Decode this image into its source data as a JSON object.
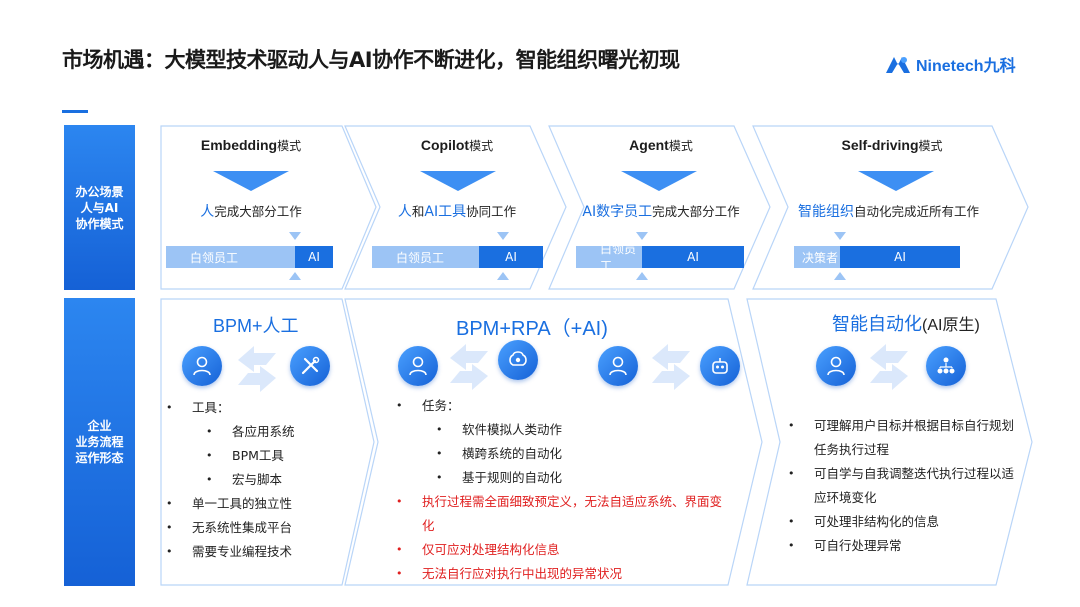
{
  "header": {
    "title": "市场机遇：大模型技术驱动人与AI协作不断进化，智能组织曙光初现",
    "logo_text": "Ninetech九科"
  },
  "row_labels": {
    "office": "办公场景\n人与AI\n协作模式",
    "process": "企业\n业务流程\n运作形态"
  },
  "modes": [
    {
      "name": "Embedding",
      "suffix": "模式",
      "desc_hl": "人",
      "desc_rest": "完成大部分工作",
      "bar_left": "白领员工",
      "bar_right": "AI"
    },
    {
      "name": "Copilot",
      "suffix": "模式",
      "desc_hl1": "人",
      "desc_mid": "和",
      "desc_hl2": "AI工具",
      "desc_rest": "协同工作",
      "bar_left": "白领员工",
      "bar_right": "AI"
    },
    {
      "name": "Agent",
      "suffix": "模式",
      "desc_hl": "AI数字员工",
      "desc_rest": "完成大部分工作",
      "bar_left": "白领员工",
      "bar_right": "AI"
    },
    {
      "name": "Self-driving",
      "suffix": "模式",
      "desc_hl": "智能组织",
      "desc_rest": "自动化完成近所有工作",
      "bar_left": "决策者",
      "bar_right": "AI"
    }
  ],
  "panels": {
    "bpm_manual": {
      "title": "BPM+人工",
      "items": [
        {
          "text": "工具：",
          "level": 0
        },
        {
          "text": "各应用系统",
          "level": 1
        },
        {
          "text": "BPM工具",
          "level": 1
        },
        {
          "text": "宏与脚本",
          "level": 1
        },
        {
          "text": "单一工具的独立性",
          "level": 0
        },
        {
          "text": "无系统性集成平台",
          "level": 0
        },
        {
          "text": "需要专业编程技术",
          "level": 0
        }
      ]
    },
    "bpm_rpa": {
      "title": "BPM+RPA（+AI)",
      "items": [
        {
          "text": "任务：",
          "level": 0
        },
        {
          "text": "软件模拟人类动作",
          "level": 1
        },
        {
          "text": "横跨系统的自动化",
          "level": 1
        },
        {
          "text": "基于规则的自动化",
          "level": 1
        },
        {
          "text": "执行过程需全面细致预定义，无法自适应系统、界面变化",
          "level": 0,
          "red": true
        },
        {
          "text": "仅可应对处理结构化信息",
          "level": 0,
          "red": true
        },
        {
          "text": "无法自行应对执行中出现的异常状况",
          "level": 0,
          "red": true
        }
      ]
    },
    "intelligent": {
      "title": "智能自动化",
      "title_suffix": "(AI原生)",
      "items": [
        {
          "text": "可理解用户目标并根据目标自行规划任务执行过程",
          "level": 0
        },
        {
          "text": "可自学与自我调整迭代执行过程以适应环境变化",
          "level": 0
        },
        {
          "text": "可处理非结构化的信息",
          "level": 0
        },
        {
          "text": "可自行处理异常",
          "level": 0
        }
      ]
    }
  },
  "icons": {
    "person": "person-icon",
    "tools": "tools-icon",
    "brain": "brain-icon",
    "robot": "robot-icon",
    "org": "org-chart-icon",
    "swap": "swap-arrows-icon"
  },
  "colors": {
    "accent": "#1a6fe0",
    "light_bar": "#9cc4f5",
    "red": "#e02020"
  }
}
